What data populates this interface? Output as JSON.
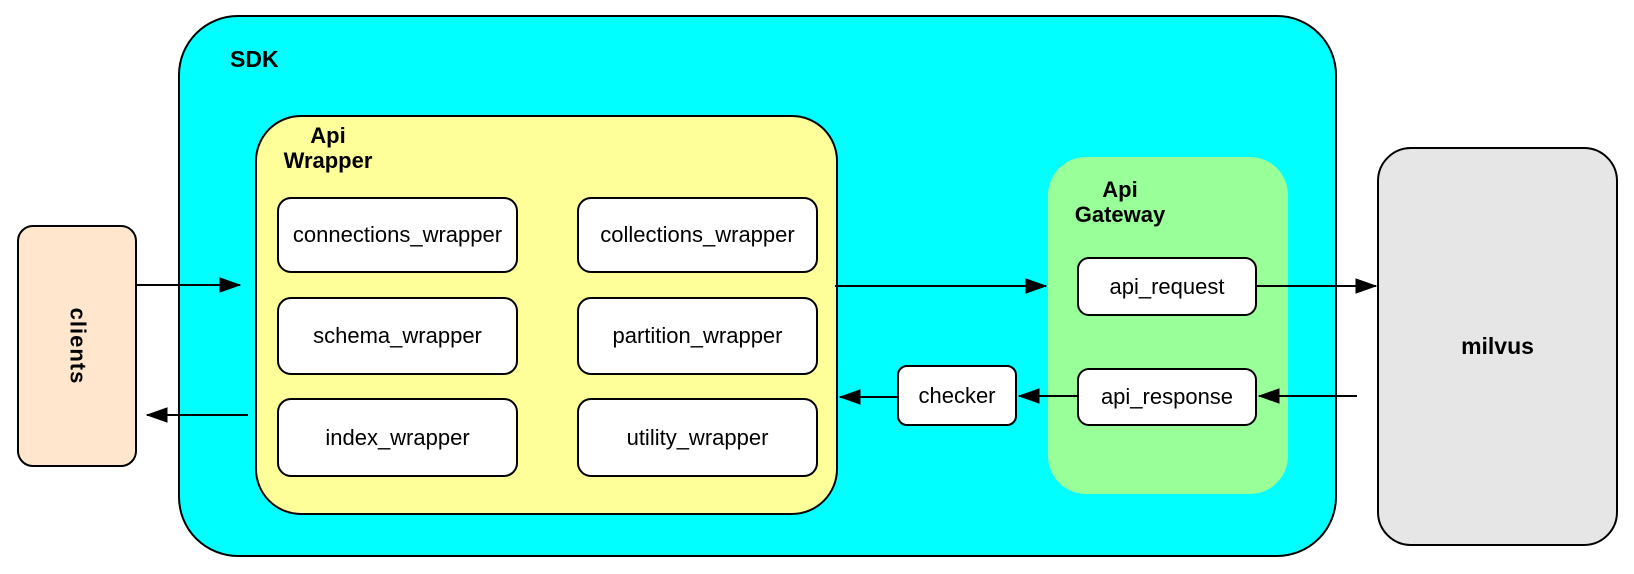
{
  "diagram": {
    "sdk": {
      "label": "SDK"
    },
    "clients": {
      "label": "clients"
    },
    "api_wrapper": {
      "title": "Api\nWrapper",
      "modules": [
        "connections_wrapper",
        "collections_wrapper",
        "schema_wrapper",
        "partition_wrapper",
        "index_wrapper",
        "utility_wrapper"
      ]
    },
    "checker": {
      "label": "checker"
    },
    "api_gateway": {
      "title": "Api\nGateway",
      "request_label": "api_request",
      "response_label": "api_response"
    },
    "milvus": {
      "label": "milvus"
    },
    "colors": {
      "sdk_fill": "#00FFFF",
      "api_wrapper_fill": "#FFFF99",
      "api_gateway_fill": "#99FF99",
      "clients_fill": "#FFE6CC",
      "milvus_fill": "#E6E6E6",
      "node_fill": "#FFFFFF",
      "line": "#000000"
    }
  }
}
